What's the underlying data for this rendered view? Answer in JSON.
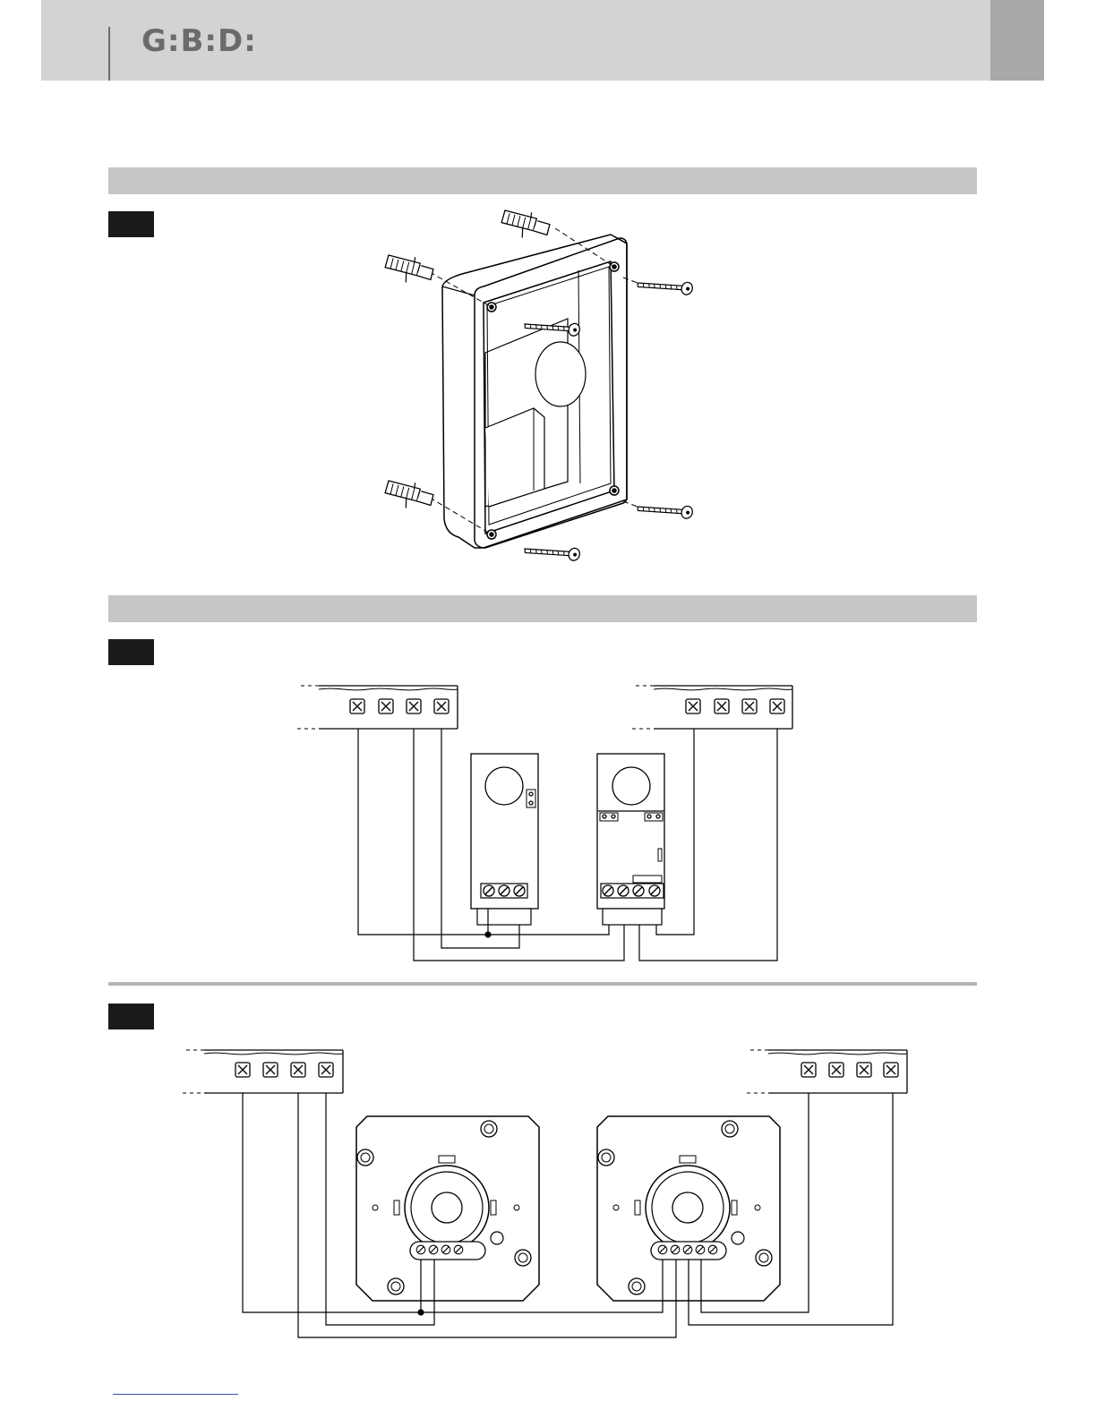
{
  "header": {
    "logo_text": "G:B:D:",
    "brand_color": "#6b6b6b"
  },
  "sections": [
    {
      "name": "wall-mounting",
      "figure": "box-with-wall-plugs-and-screws"
    },
    {
      "name": "wiring",
      "figures": [
        "two-panel-wiring",
        "two-speaker-module-wiring"
      ]
    }
  ],
  "colors": {
    "section_bar": "#c6c6c6",
    "figure_label": "#1a1a1a",
    "header_band": "#d3d3d3",
    "header_tab": "#a9a9a9",
    "link_line": "#3a4fb0"
  },
  "icons": {
    "logo": "gbd-logo",
    "terminal_screw": "screw-terminal-icon",
    "wall_plug": "wall-plug-icon",
    "screw": "screw-icon"
  }
}
